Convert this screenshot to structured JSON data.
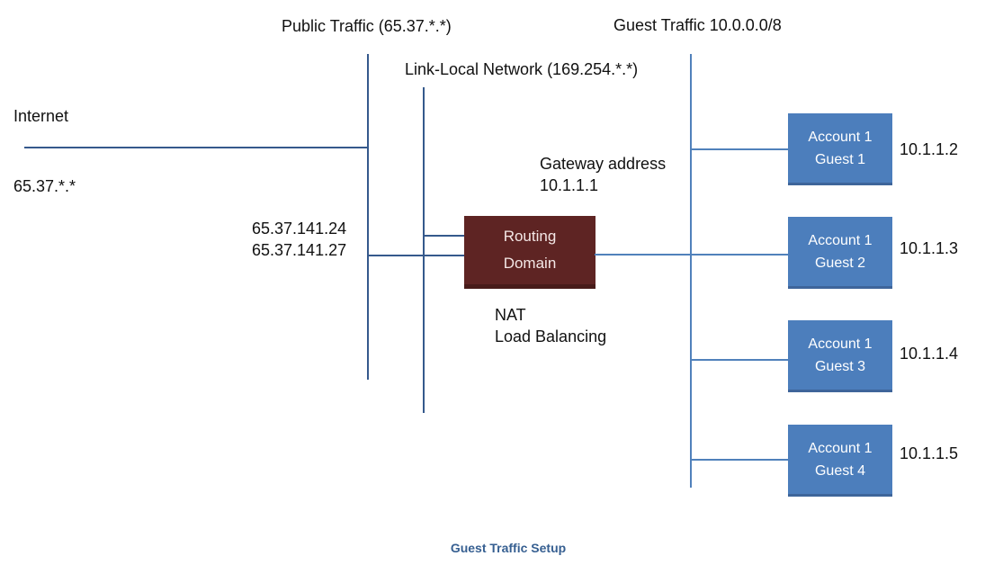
{
  "figure": {
    "caption": "Guest Traffic Setup"
  },
  "zones": {
    "public_traffic_label": "Public Traffic (65.37.*.*)",
    "guest_traffic_label": "Guest Traffic 10.0.0.0/8",
    "link_local_label": "Link-Local Network (169.254.*.*)"
  },
  "internet": {
    "label": "Internet",
    "subnet": "65.37.*.*"
  },
  "public_ips": {
    "ip1": "65.37.141.24",
    "ip2": "65.37.141.27"
  },
  "gateway": {
    "line1": "Gateway address",
    "line2": "10.1.1.1"
  },
  "routing_domain": {
    "line1": "Routing",
    "line2": "Domain",
    "service1": "NAT",
    "service2": "Load Balancing"
  },
  "guests": [
    {
      "account": "Account 1",
      "guest": "Guest 1",
      "ip": "10.1.1.2"
    },
    {
      "account": "Account 1",
      "guest": "Guest 2",
      "ip": "10.1.1.3"
    },
    {
      "account": "Account 1",
      "guest": "Guest 3",
      "ip": "10.1.1.4"
    },
    {
      "account": "Account 1",
      "guest": "Guest 4",
      "ip": "10.1.1.5"
    }
  ],
  "colors": {
    "guest_box_fill": "#4C7EBC",
    "routing_box_fill": "#5E2423",
    "line_dark": "#35598C",
    "line_light": "#5081BB",
    "caption_text": "#365F91",
    "box_text": "#FFFFFF"
  }
}
